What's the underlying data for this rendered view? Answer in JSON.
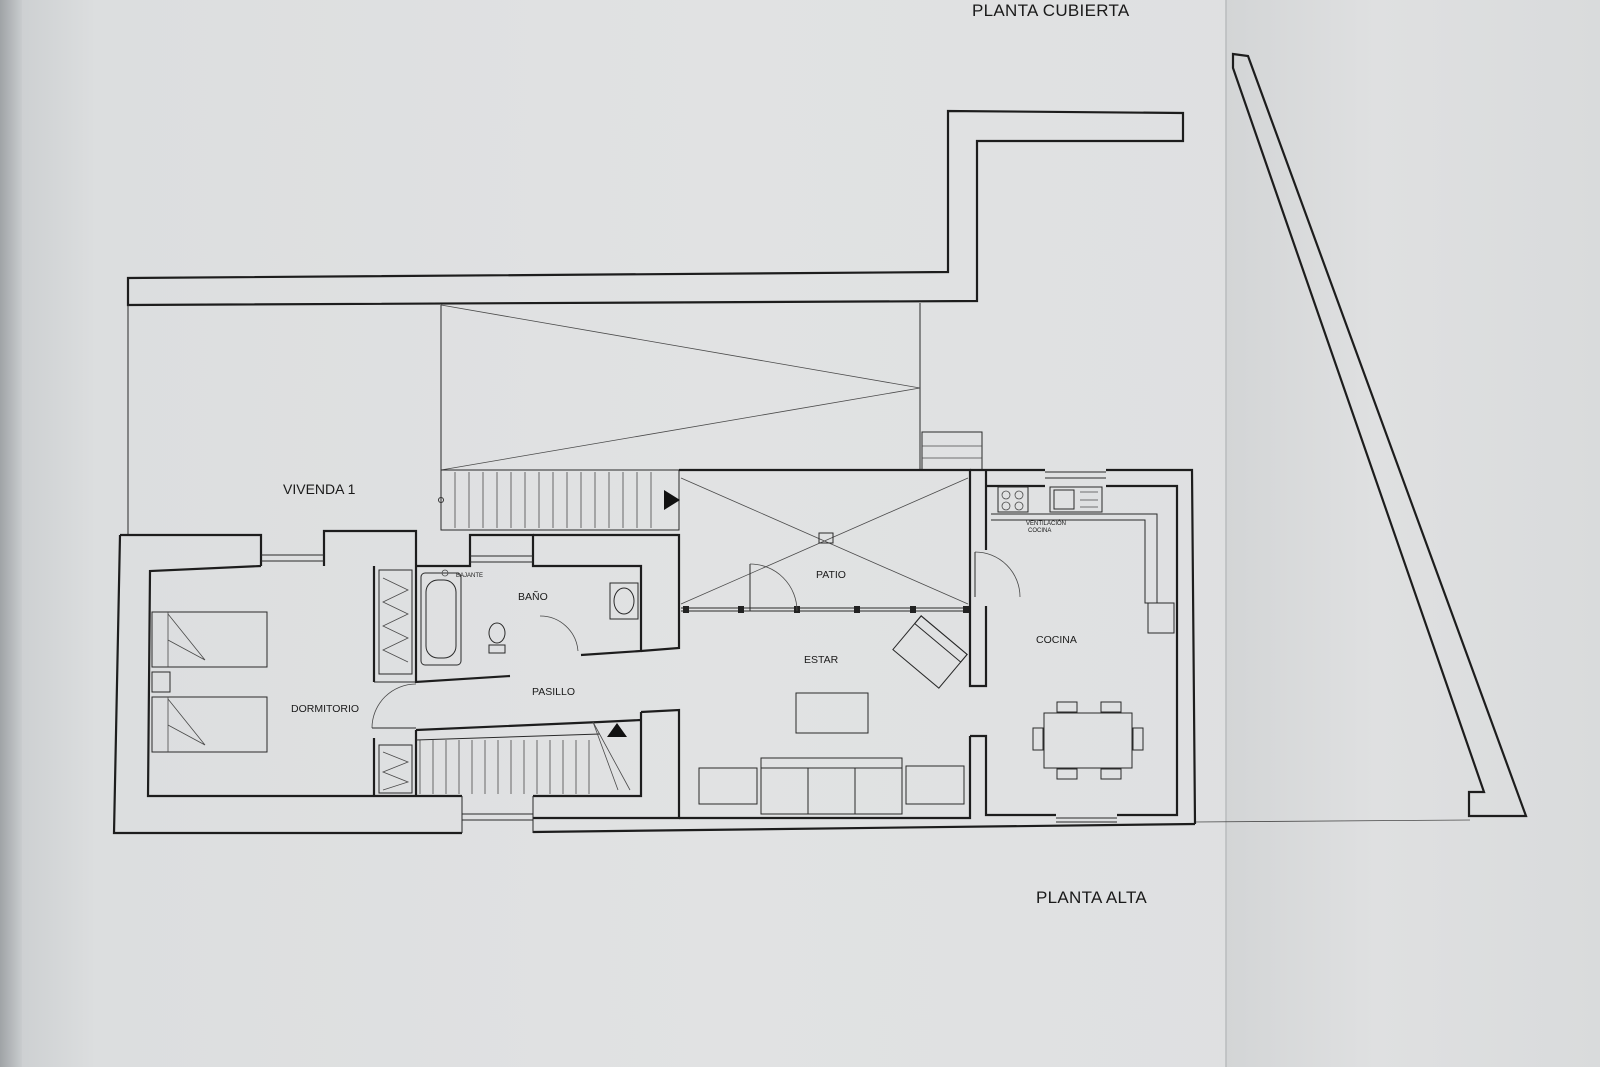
{
  "title_roof": "PLANTA CUBIERTA",
  "title_upper": "PLANTA ALTA",
  "unit_label": "VIVENDA 1",
  "rooms": {
    "patio": "PATIO",
    "bano": "BAÑO",
    "bajante": "BAJANTE",
    "estar": "ESTAR",
    "cocina": "COCINA",
    "pasillo": "PASILLO",
    "dormitorio": "DORMITORIO",
    "ventilacion": "VENTILACIÓN",
    "ventilacion_sub": "COCINA"
  },
  "colors": {
    "paper": "#e1e2e3",
    "ink": "#1d1d1d"
  }
}
